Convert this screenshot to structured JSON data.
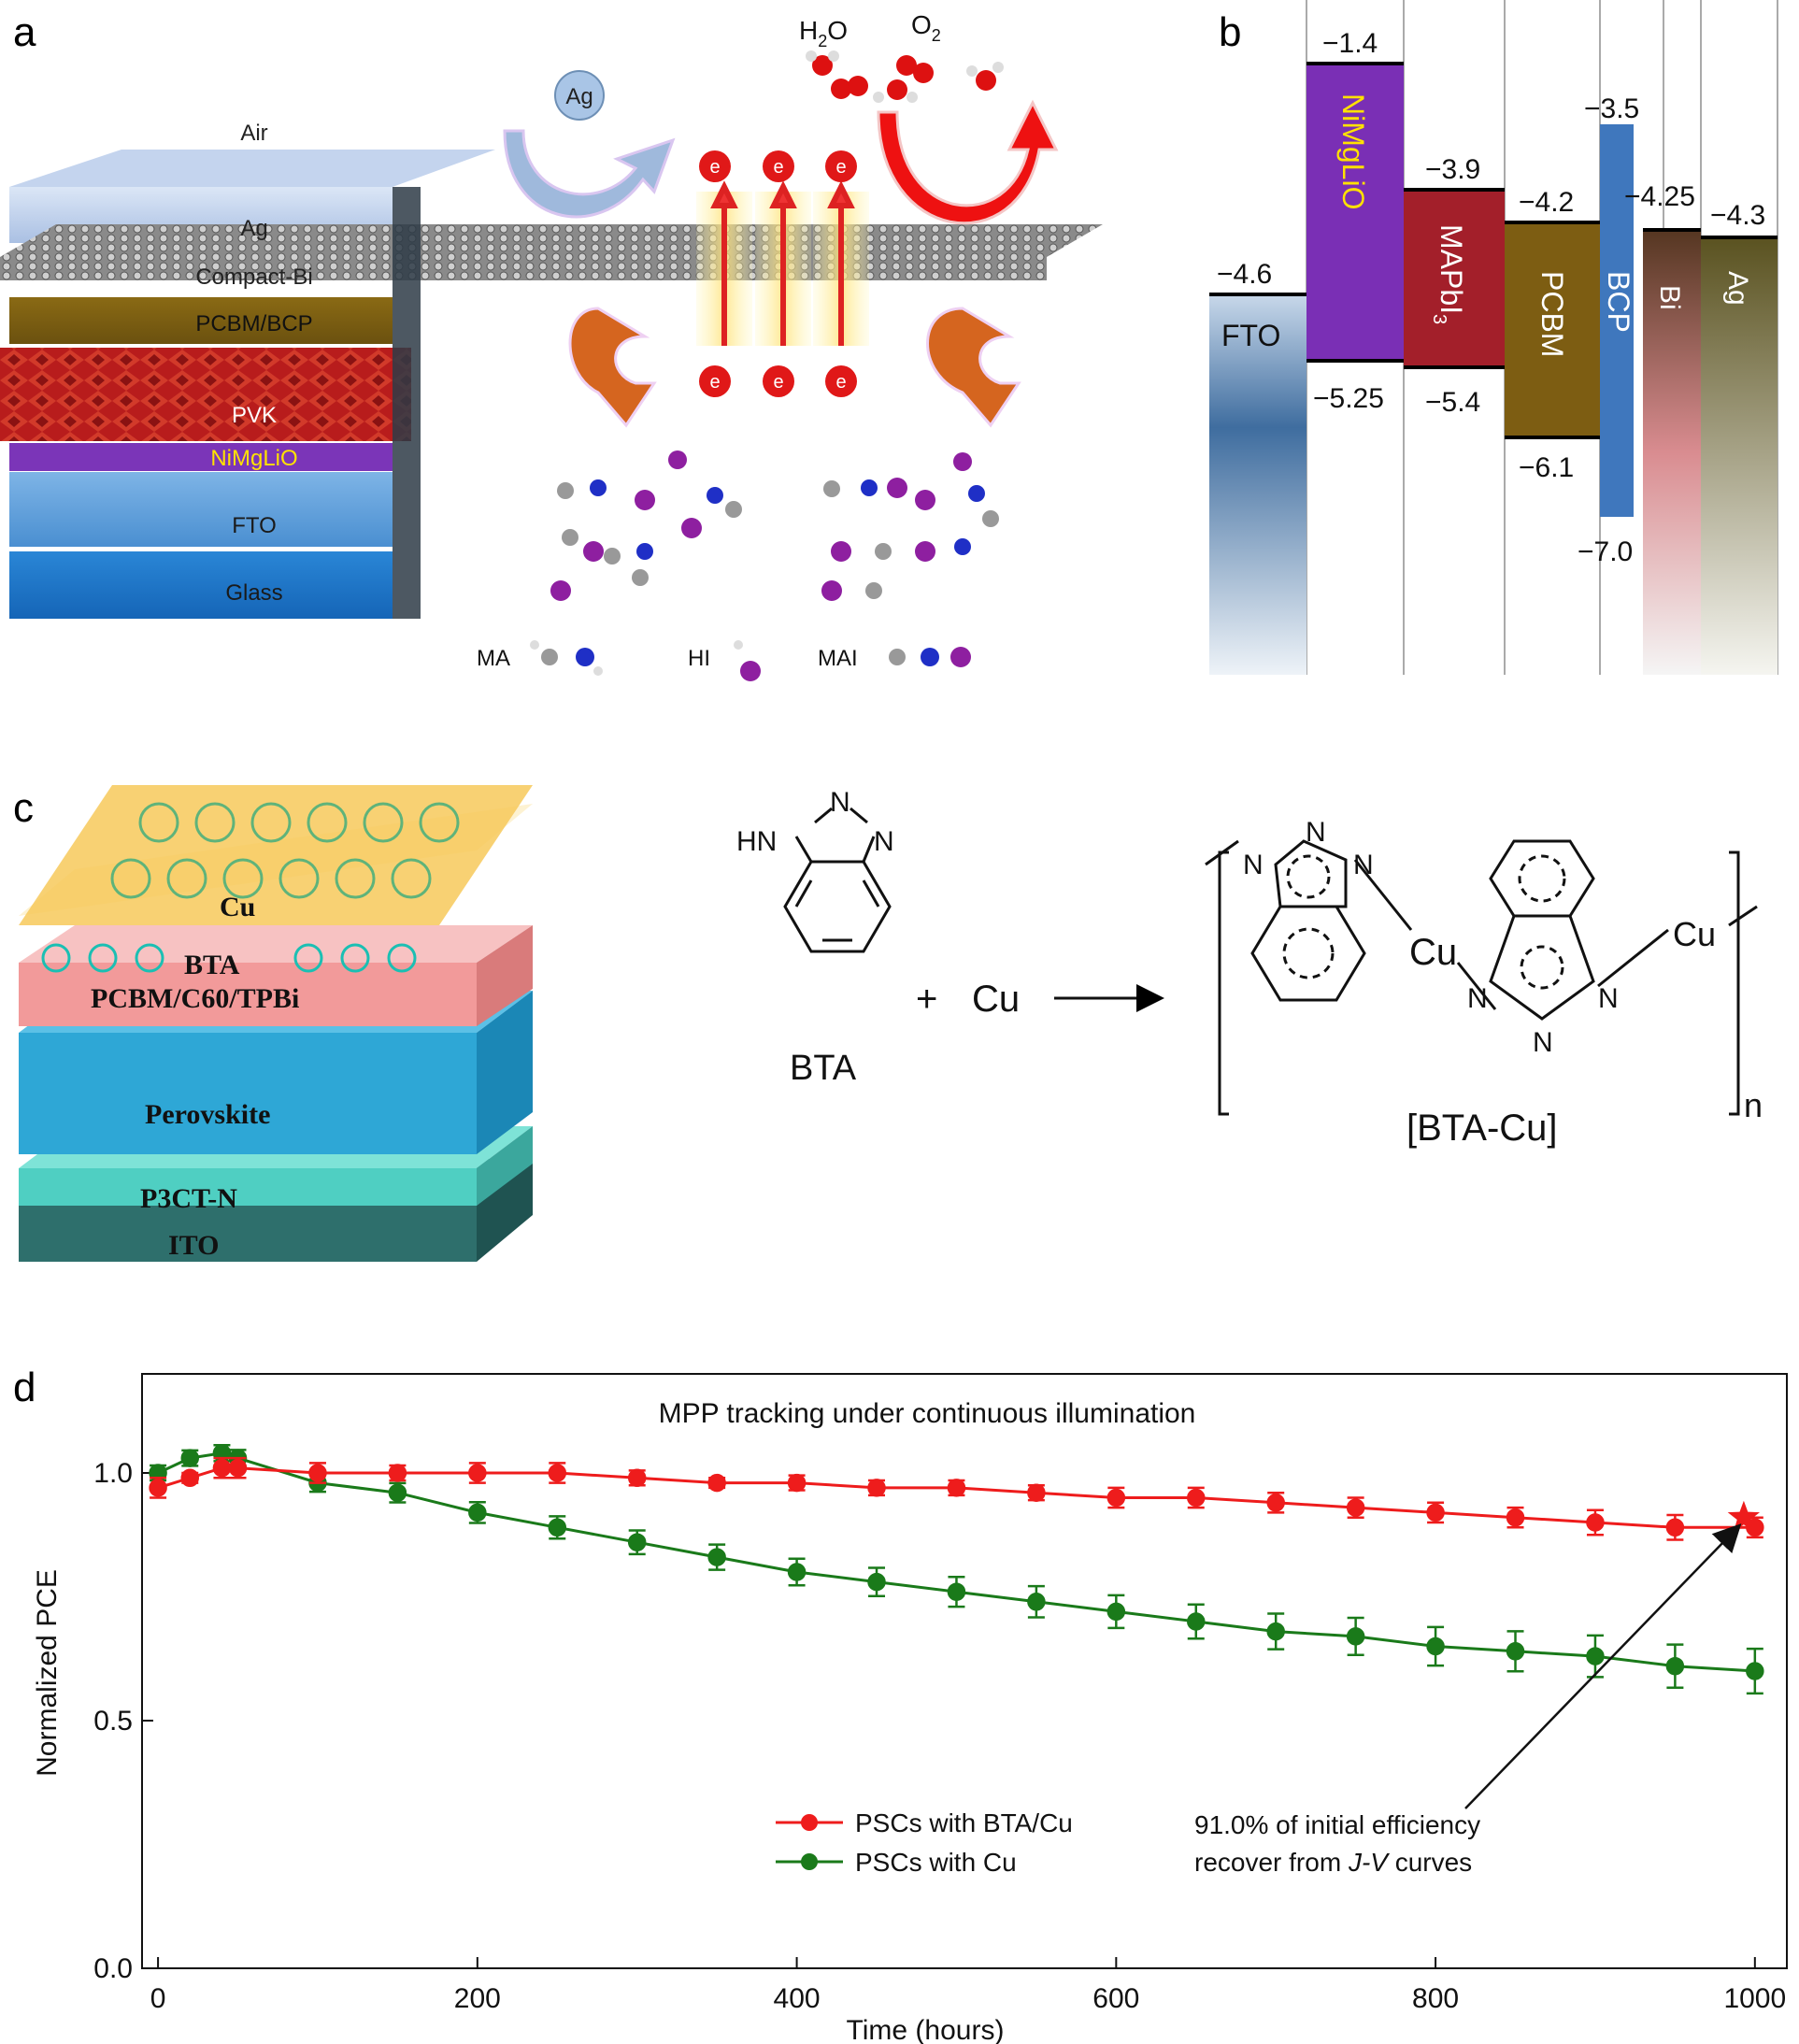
{
  "panels": {
    "a": "a",
    "b": "b",
    "c": "c",
    "d": "d"
  },
  "panel_a": {
    "layers": [
      "Air",
      "Ag",
      "Compact-Bi",
      "PCBM/BCP",
      "PVK",
      "NiMgLiO",
      "FTO",
      "Glass"
    ],
    "molecule_labels": {
      "ag": "Ag",
      "h2o_main": "H",
      "h2o_sub": "2",
      "h2o_tail": "O",
      "o2_main": "O",
      "o2_sub": "2",
      "electron": "e"
    },
    "legend": {
      "ma": "MA",
      "hi": "HI",
      "mai": "MAI"
    }
  },
  "panel_b": {
    "bars": [
      {
        "name": "FTO",
        "color": "#3d6fa3"
      },
      {
        "name": "NiMgLiO",
        "color": "#7a2fb5",
        "label_color": "#ffe100"
      },
      {
        "name": "MAPbI",
        "sub": "3",
        "color": "#a31f2a"
      },
      {
        "name": "PCBM",
        "color": "#7d5d12"
      },
      {
        "name": "BCP",
        "color": "#3f77bd"
      },
      {
        "name": "Bi",
        "color": "#5a3a1e"
      },
      {
        "name": "Ag",
        "color": "#6a6224"
      }
    ],
    "levels": [
      "−4.6",
      "−1.4",
      "−5.25",
      "−3.9",
      "−5.4",
      "−4.2",
      "−6.1",
      "−3.5",
      "−7.0",
      "−4.25",
      "−4.3"
    ]
  },
  "panel_c": {
    "layers": [
      "Cu",
      "BTA",
      "PCBM/C60/TPBi",
      "Perovskite",
      "P3CT-N",
      "ITO"
    ],
    "reaction": {
      "bta_hn": "HN",
      "n": "N",
      "plus": "+",
      "cu": "Cu",
      "bta_label": "BTA",
      "complex_label": "[BTA-Cu]",
      "subscript_n": "n"
    }
  },
  "chart_data": {
    "type": "line",
    "title": "MPP tracking under continuous illumination",
    "xlabel": "Time (hours)",
    "ylabel": "Normalized PCE",
    "xlim": [
      -10,
      1020
    ],
    "ylim": [
      0.0,
      1.2
    ],
    "xticks": [
      0,
      200,
      400,
      600,
      800,
      1000
    ],
    "yticks": [
      0.0,
      0.5,
      1.0
    ],
    "ytick_labels": [
      "0.0",
      "0.5",
      "1.0"
    ],
    "series": [
      {
        "name": "PSCs with BTA/Cu",
        "color": "#ee1c1c",
        "x": [
          0,
          20,
          40,
          50,
          100,
          150,
          200,
          250,
          300,
          350,
          400,
          450,
          500,
          550,
          600,
          650,
          700,
          750,
          800,
          850,
          900,
          950,
          1000
        ],
        "values": [
          0.97,
          0.99,
          1.01,
          1.01,
          1.0,
          1.0,
          1.0,
          1.0,
          0.99,
          0.98,
          0.98,
          0.97,
          0.97,
          0.96,
          0.95,
          0.95,
          0.94,
          0.93,
          0.92,
          0.91,
          0.9,
          0.89,
          0.89
        ],
        "errors": [
          0.02,
          0.01,
          0.02,
          0.02,
          0.02,
          0.015,
          0.02,
          0.02,
          0.015,
          0.01,
          0.015,
          0.015,
          0.015,
          0.015,
          0.02,
          0.02,
          0.02,
          0.02,
          0.02,
          0.02,
          0.025,
          0.025,
          0.02
        ]
      },
      {
        "name": "PSCs with Cu",
        "color": "#1a7a1a",
        "x": [
          0,
          20,
          40,
          50,
          100,
          150,
          200,
          250,
          300,
          350,
          400,
          450,
          500,
          550,
          600,
          650,
          700,
          750,
          800,
          850,
          900,
          950,
          1000
        ],
        "values": [
          1.0,
          1.03,
          1.04,
          1.03,
          0.98,
          0.96,
          0.92,
          0.89,
          0.86,
          0.83,
          0.8,
          0.78,
          0.76,
          0.74,
          0.72,
          0.7,
          0.68,
          0.67,
          0.65,
          0.64,
          0.63,
          0.61,
          0.6
        ]
      }
    ],
    "star": {
      "x": 993,
      "y": 0.91,
      "color": "#ee1c1c"
    },
    "annotation": {
      "line1": "91.0% of initial efficiency",
      "line2_pre": "recover from ",
      "line2_em": "J-V",
      "line2_post": " curves",
      "target_x": 993,
      "target_y": 0.91
    },
    "legend_position": "bottom-center"
  }
}
